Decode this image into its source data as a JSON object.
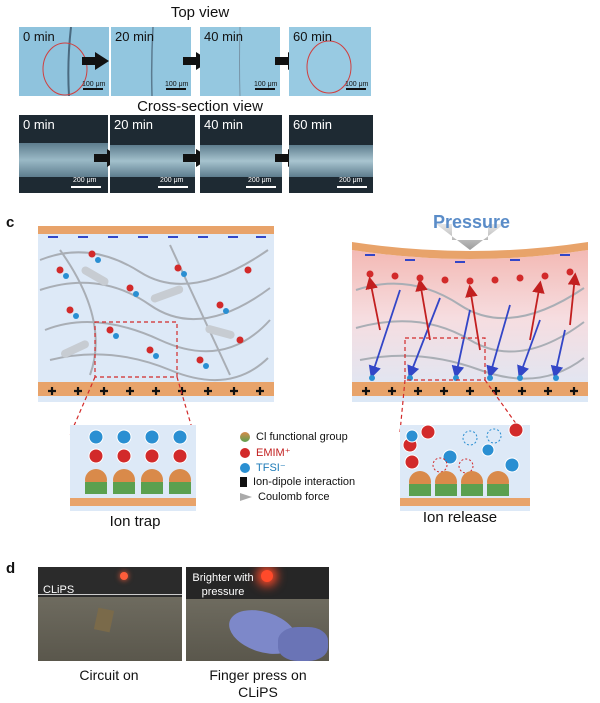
{
  "panel_b": {
    "top_title": "Top view",
    "cross_title": "Cross-section view",
    "top_frames": [
      {
        "time": "0 min",
        "scale": "100 μm"
      },
      {
        "time": "20 min",
        "scale": "100 μm"
      },
      {
        "time": "40 min",
        "scale": "100 μm"
      },
      {
        "time": "60 min",
        "scale": "100 μm"
      }
    ],
    "cross_frames": [
      {
        "time": "0 min",
        "scale": "200 μm"
      },
      {
        "time": "20 min",
        "scale": "200 μm"
      },
      {
        "time": "40 min",
        "scale": "200 μm"
      },
      {
        "time": "60 min",
        "scale": "200 μm"
      }
    ]
  },
  "panel_c": {
    "letter": "c",
    "pressure_label": "Pressure",
    "legend": [
      {
        "icon": "cl-functional-group-icon",
        "label": "Cl functional group"
      },
      {
        "icon": "emim-cation-icon",
        "label": "EMIM⁺"
      },
      {
        "icon": "tfsi-anion-icon",
        "label": "TFSI⁻"
      },
      {
        "icon": "ion-dipole-interaction-icon",
        "label": "Ion-dipole interaction"
      },
      {
        "icon": "coulomb-force-icon",
        "label": "Coulomb force"
      }
    ],
    "left_caption": "Ion trap",
    "right_caption": "Ion release"
  },
  "panel_d": {
    "letter": "d",
    "left_photo_label": "CLiPS",
    "right_photo_label": "Brighter with pressure",
    "left_caption": "Circuit on",
    "right_caption": "Finger press on CLiPS"
  },
  "colors": {
    "emim": "#d22a2a",
    "tfsi": "#2a8fd2",
    "electrode": "#e8a36a",
    "film": "#dde9f7",
    "blue_arrow": "#3346c7",
    "red_arrow": "#c21f1f"
  }
}
